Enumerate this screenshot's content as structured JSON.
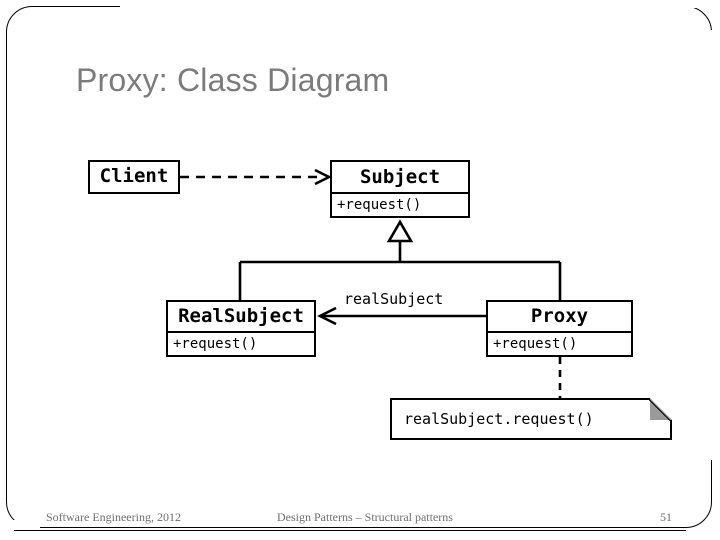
{
  "slide": {
    "title": "Proxy: Class Diagram",
    "title_color": "#7b7b7b",
    "background": "#ffffff",
    "line_color": "#000000"
  },
  "diagram": {
    "type": "uml-class-diagram",
    "classes": [
      {
        "id": "client",
        "name": "Client",
        "operations": []
      },
      {
        "id": "subject",
        "name": "Subject",
        "operations": [
          "+request()"
        ]
      },
      {
        "id": "realsubject",
        "name": "RealSubject",
        "operations": [
          "+request()"
        ]
      },
      {
        "id": "proxy",
        "name": "Proxy",
        "operations": [
          "+request()"
        ]
      }
    ],
    "relationships": [
      {
        "kind": "dependency",
        "from": "client",
        "to": "subject",
        "style": "dashed",
        "arrow": "open"
      },
      {
        "kind": "generalization",
        "from": "realsubject",
        "to": "subject",
        "style": "solid",
        "arrow": "hollow-triangle"
      },
      {
        "kind": "generalization",
        "from": "proxy",
        "to": "subject",
        "style": "solid",
        "arrow": "hollow-triangle"
      },
      {
        "kind": "association",
        "from": "proxy",
        "to": "realsubject",
        "style": "solid",
        "arrow": "open",
        "label": "realSubject"
      }
    ],
    "association_label": "realSubject",
    "note": {
      "text": "realSubject.request()",
      "anchored_to": "proxy",
      "connector": "dashed"
    }
  },
  "footer": {
    "left": "Software Engineering, 2012",
    "center": "Design Patterns – Structural patterns",
    "page": "51"
  }
}
